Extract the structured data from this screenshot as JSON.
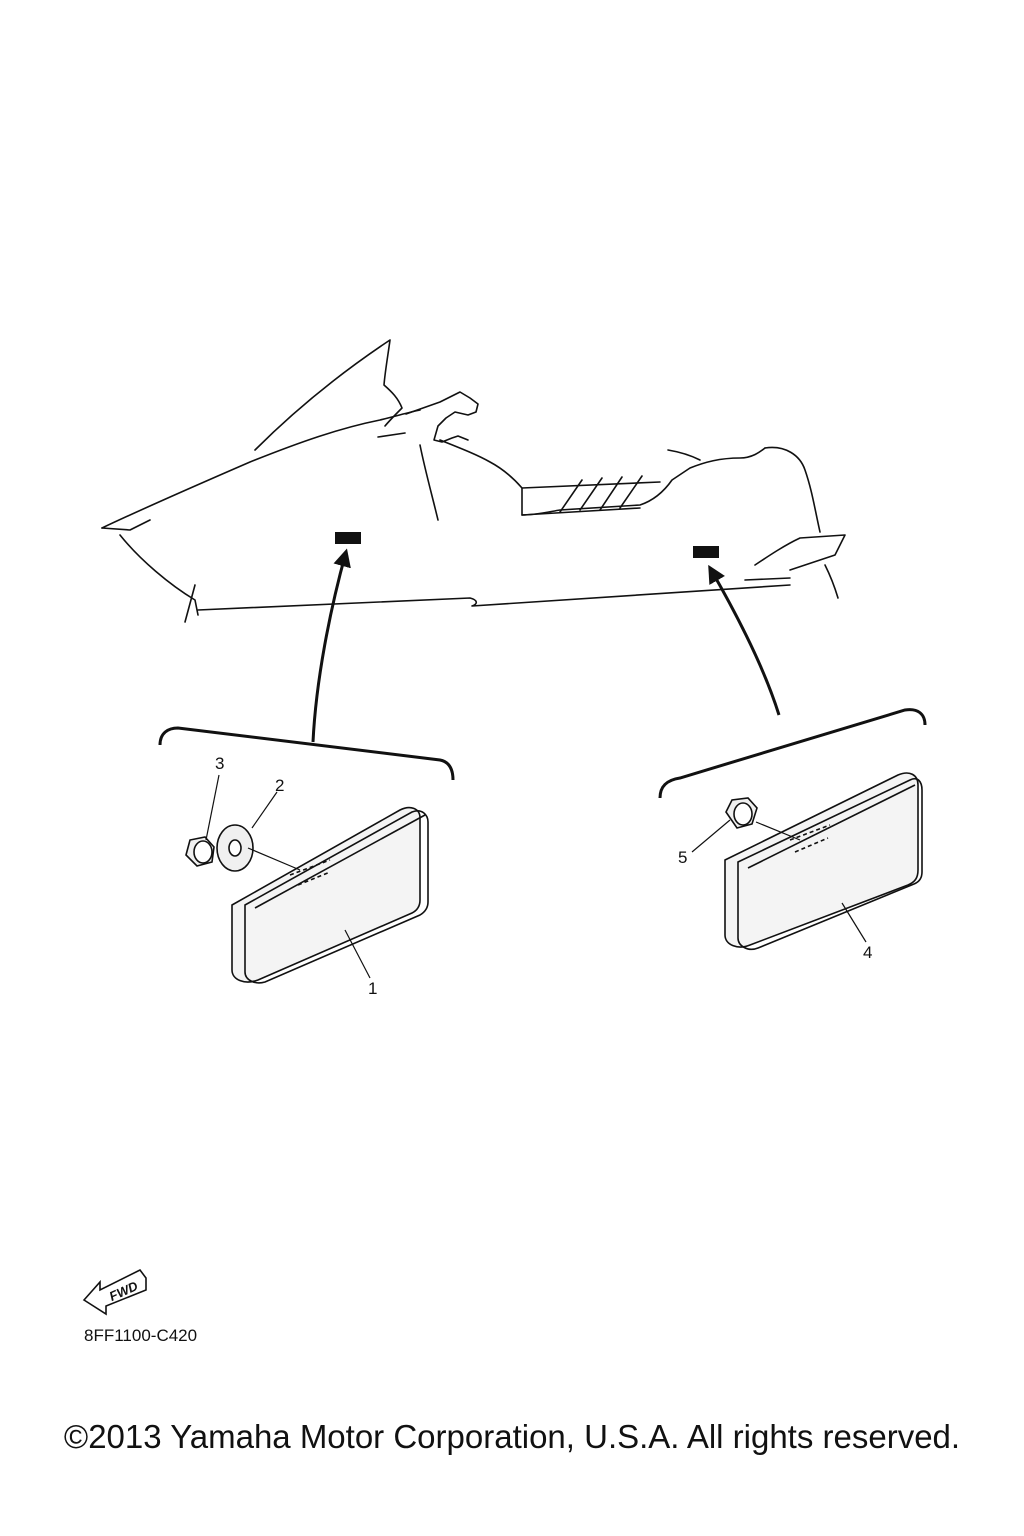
{
  "diagram": {
    "callouts": [
      {
        "number": "1",
        "part": "reflector"
      },
      {
        "number": "2",
        "part": "washer"
      },
      {
        "number": "3",
        "part": "nut"
      },
      {
        "number": "4",
        "part": "reflector"
      },
      {
        "number": "5",
        "part": "nut"
      }
    ],
    "fwd_label": "FWD",
    "diagram_code": "8FF1100-C420"
  },
  "footer": {
    "copyright": "©2013 Yamaha Motor Corporation, U.S.A. All rights reserved."
  },
  "colors": {
    "line": "#111111",
    "background": "#ffffff",
    "reflector_fill": "#f4f4f4"
  }
}
